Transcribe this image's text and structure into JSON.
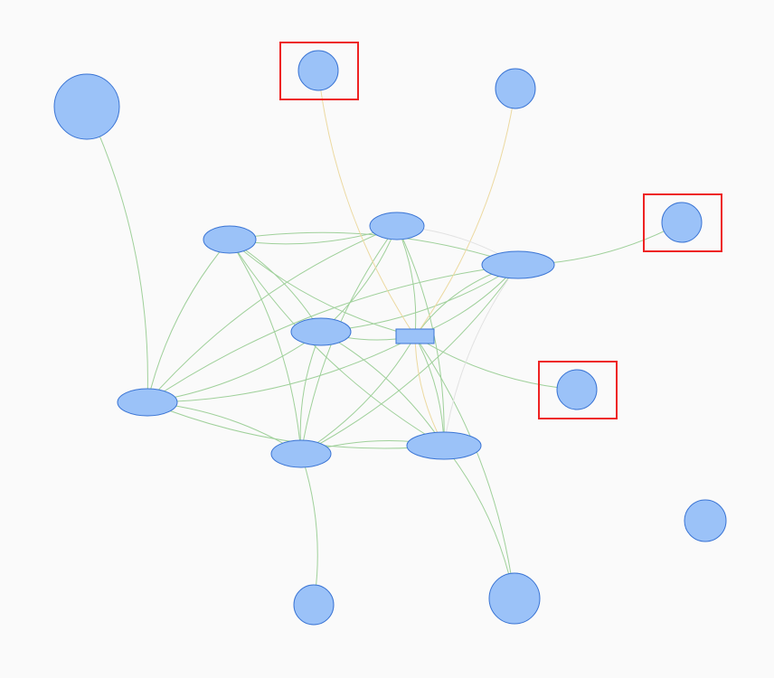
{
  "colors": {
    "background": "#fafafa",
    "node_fill": "#9bc2f8",
    "node_stroke": "#3a74d4",
    "edge_green": "#9fd09a",
    "edge_yellow": "#ecd9a0",
    "edge_gray": "#e2e2e2",
    "highlight_box": "#ee2222"
  },
  "nodes": [
    {
      "id": "A",
      "shape": "circle"
    },
    {
      "id": "B",
      "shape": "circle",
      "highlighted": true
    },
    {
      "id": "C",
      "shape": "circle"
    },
    {
      "id": "D",
      "shape": "circle",
      "highlighted": true
    },
    {
      "id": "E",
      "shape": "ellipse"
    },
    {
      "id": "F",
      "shape": "ellipse"
    },
    {
      "id": "G",
      "shape": "ellipse"
    },
    {
      "id": "H",
      "shape": "ellipse"
    },
    {
      "id": "R",
      "shape": "rectangle"
    },
    {
      "id": "I",
      "shape": "ellipse"
    },
    {
      "id": "J",
      "shape": "circle",
      "highlighted": true
    },
    {
      "id": "K",
      "shape": "ellipse"
    },
    {
      "id": "L",
      "shape": "ellipse"
    },
    {
      "id": "M",
      "shape": "circle"
    },
    {
      "id": "N",
      "shape": "circle"
    },
    {
      "id": "O",
      "shape": "circle"
    }
  ],
  "edges": [
    [
      "A",
      "I",
      "green"
    ],
    [
      "E",
      "F",
      "green"
    ],
    [
      "E",
      "G",
      "green"
    ],
    [
      "E",
      "R",
      "green"
    ],
    [
      "E",
      "H",
      "green"
    ],
    [
      "E",
      "L",
      "green"
    ],
    [
      "E",
      "K",
      "green"
    ],
    [
      "E",
      "I",
      "green"
    ],
    [
      "F",
      "H",
      "green"
    ],
    [
      "F",
      "K",
      "green"
    ],
    [
      "F",
      "R",
      "green"
    ],
    [
      "F",
      "I",
      "green"
    ],
    [
      "F",
      "L",
      "green"
    ],
    [
      "G",
      "D",
      "green"
    ],
    [
      "G",
      "H",
      "green"
    ],
    [
      "G",
      "I",
      "green"
    ],
    [
      "G",
      "R",
      "green"
    ],
    [
      "G",
      "R",
      "green"
    ],
    [
      "G",
      "K",
      "green"
    ],
    [
      "H",
      "R",
      "green"
    ],
    [
      "H",
      "L",
      "green"
    ],
    [
      "H",
      "K",
      "green"
    ],
    [
      "H",
      "I",
      "green"
    ],
    [
      "I",
      "R",
      "green"
    ],
    [
      "I",
      "K",
      "green"
    ],
    [
      "I",
      "L",
      "green"
    ],
    [
      "K",
      "L",
      "green"
    ],
    [
      "K",
      "R",
      "green"
    ],
    [
      "K",
      "N",
      "green"
    ],
    [
      "L",
      "R",
      "green"
    ],
    [
      "L",
      "O",
      "green"
    ],
    [
      "R",
      "J",
      "green"
    ],
    [
      "R",
      "O",
      "green"
    ],
    [
      "B",
      "R",
      "yellow"
    ],
    [
      "C",
      "R",
      "yellow"
    ],
    [
      "R",
      "L",
      "yellow"
    ],
    [
      "F",
      "G",
      "gray"
    ],
    [
      "G",
      "L",
      "gray"
    ]
  ]
}
